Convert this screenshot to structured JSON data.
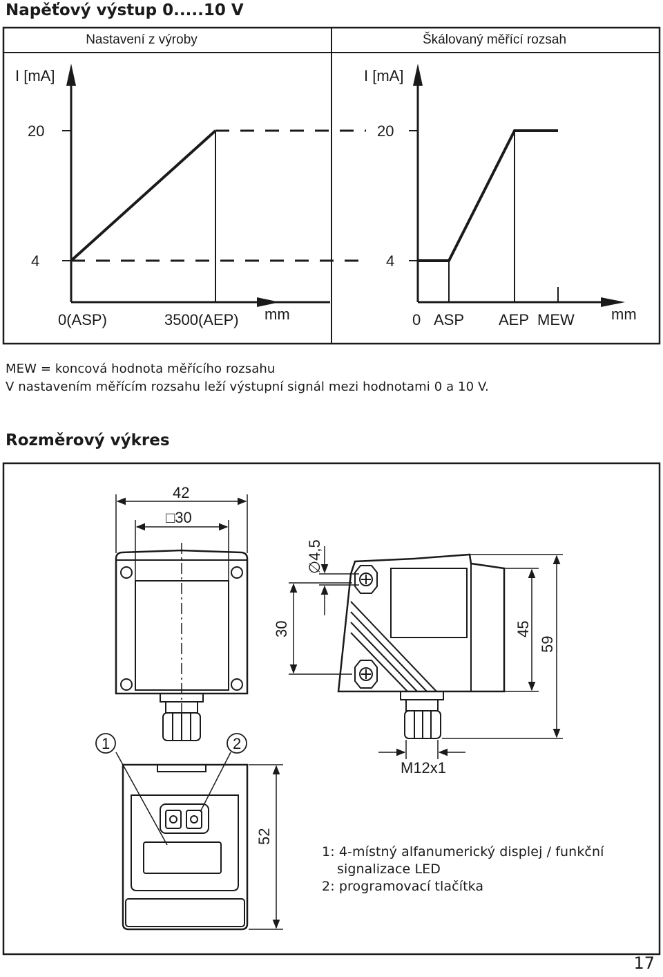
{
  "heading": "Napěťový výstup 0.....10 V",
  "graphs": {
    "left_title": "Nastavení z výroby",
    "right_title": "Škálovaný měřící rozsah",
    "y_axis_label": "I [mA]",
    "y_tick_high": "20",
    "y_tick_low": "4",
    "left_x_tick_1": "0(ASP)",
    "left_x_tick_2": "3500(AEP)",
    "x_unit": "mm",
    "right_x_tick_0": "0",
    "right_x_tick_asp": "ASP",
    "right_x_tick_aep": "AEP",
    "right_x_tick_mew": "MEW"
  },
  "notes": {
    "line1": "MEW = koncová hodnota měřícího rozsahu",
    "line2": "V  nastavením měřícím rozsahu leží výstupní signál mezi hodnotami 0 a 10 V."
  },
  "drawing_heading": "Rozměrový výkres",
  "drawing": {
    "dim_width": "42",
    "dim_square": "□30",
    "dim_hole": "∅4,5",
    "dim_30": "30",
    "dim_45": "45",
    "dim_59": "59",
    "dim_52": "52",
    "thread": "M12x1",
    "callout_1": "1",
    "callout_2": "2"
  },
  "legend": {
    "line1": "1: 4-místný alfanumerický displej / funkční",
    "line2": "signalizace LED",
    "line3": "2: programovací tlačítka"
  },
  "page_number": "17"
}
